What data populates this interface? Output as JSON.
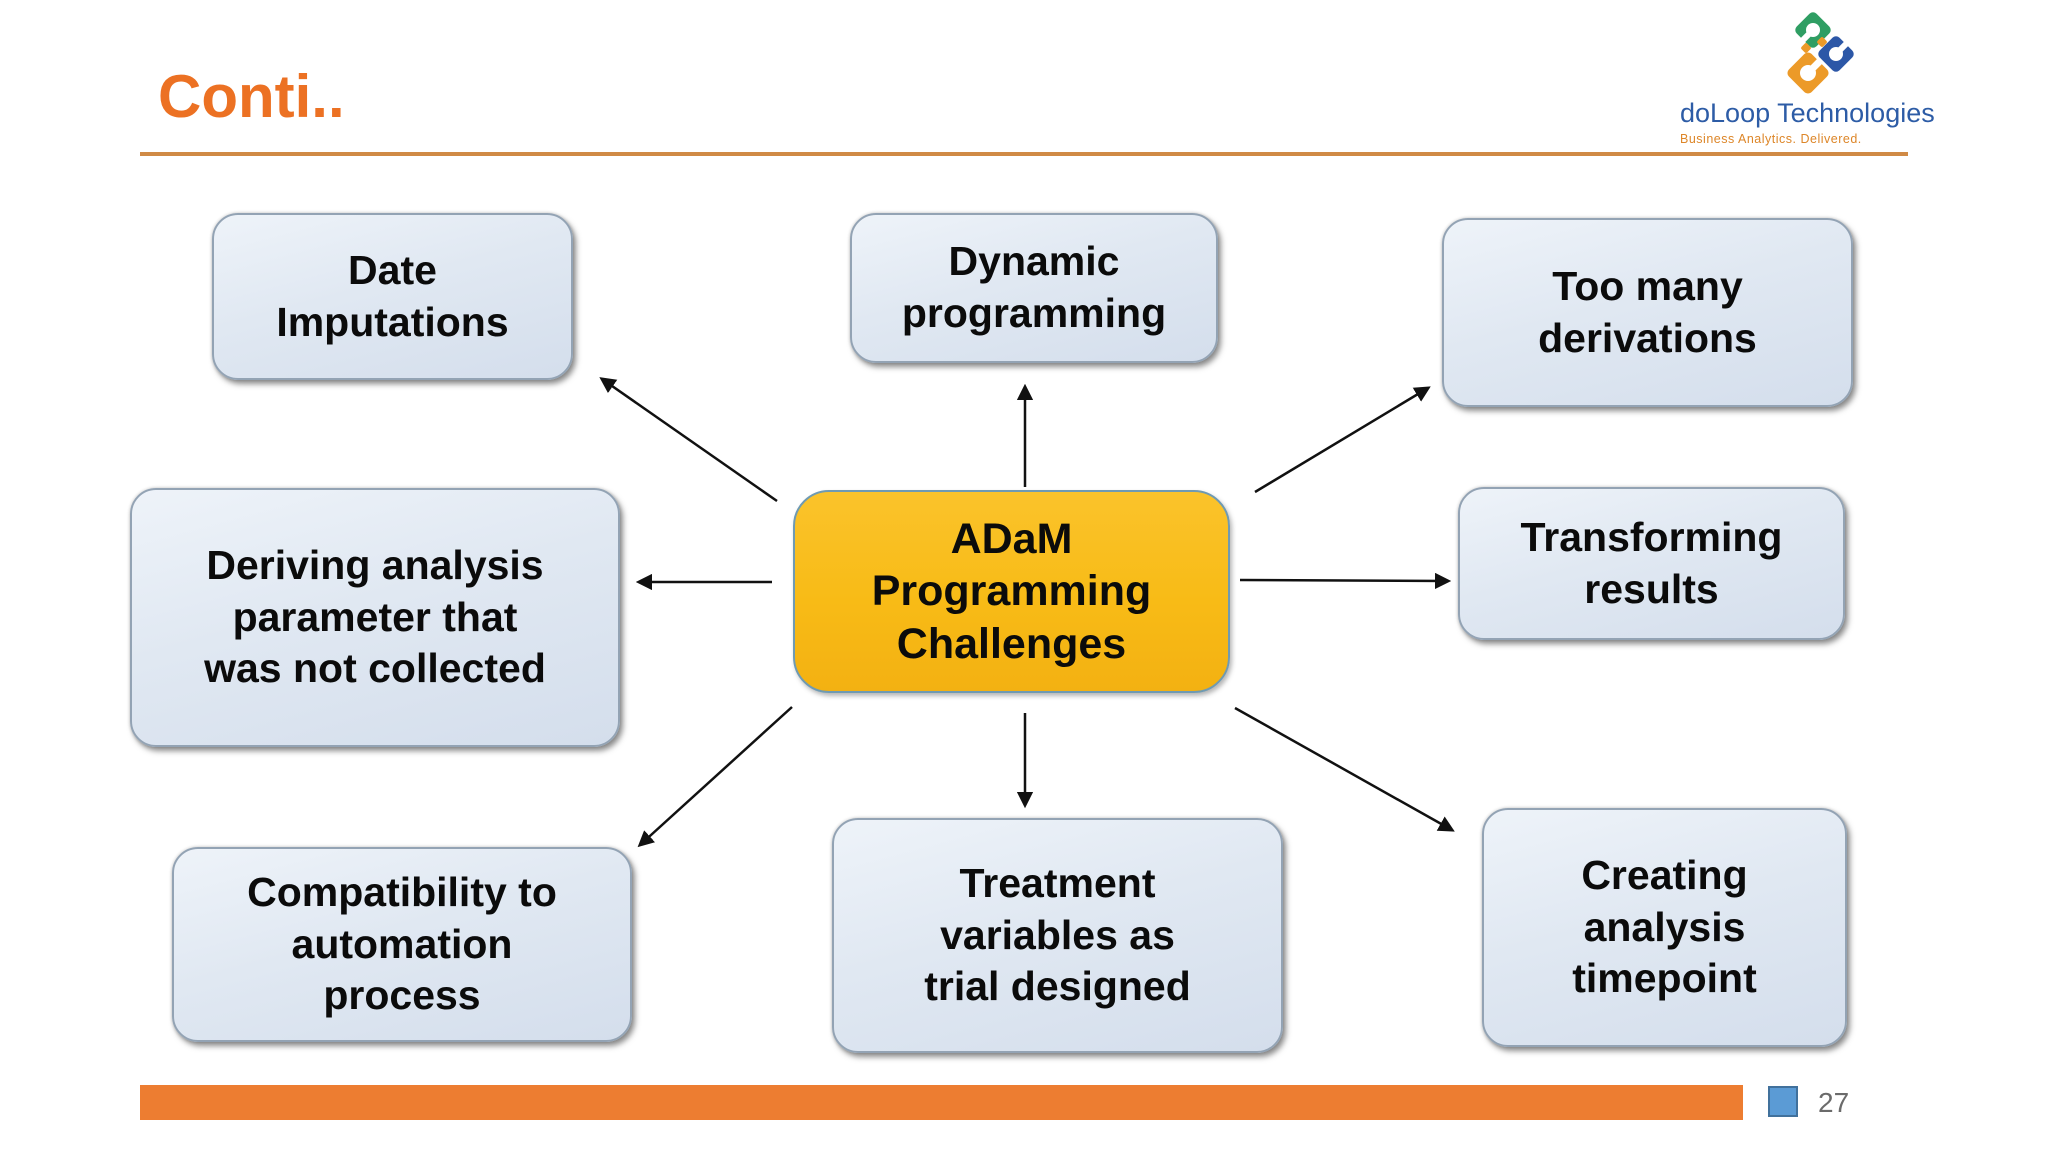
{
  "slide": {
    "title": "Conti..",
    "page_number": "27"
  },
  "logo": {
    "company": "doLoop Technologies",
    "tagline": "Business Analytics. Delivered."
  },
  "diagram": {
    "center": {
      "label": "ADaM\nProgramming\nChallenges"
    },
    "nodes": [
      {
        "id": "date-imputations",
        "label": "Date\nImputations"
      },
      {
        "id": "dynamic-programming",
        "label": "Dynamic\nprogramming"
      },
      {
        "id": "too-many-derivations",
        "label": "Too many\nderivations"
      },
      {
        "id": "deriving-analysis-parameter",
        "label": "Deriving analysis\nparameter that\nwas not collected"
      },
      {
        "id": "transforming-results",
        "label": "Transforming\nresults"
      },
      {
        "id": "compatibility-automation",
        "label": "Compatibility to\nautomation\nprocess"
      },
      {
        "id": "treatment-variables",
        "label": "Treatment\nvariables as\ntrial designed"
      },
      {
        "id": "creating-analysis-timepoint",
        "label": "Creating\nanalysis\ntimepoint"
      }
    ]
  },
  "colors": {
    "title_orange": "#EC7123",
    "rule_orange": "#D08A45",
    "footer_bar_orange": "#ED7D31",
    "footer_square_blue": "#5B9BD5",
    "footer_square_border": "#41719C",
    "node_fill": "#DEE6F1",
    "center_fill": "#F8BB16",
    "logo_blue": "#2D5CA6",
    "logo_tagline_orange": "#DD8628"
  }
}
